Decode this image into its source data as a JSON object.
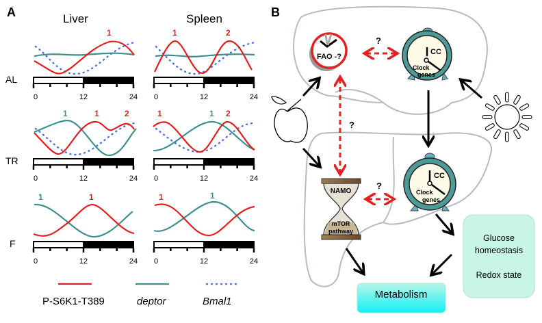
{
  "panel_a": {
    "label": "A",
    "columns": [
      "Liver",
      "Spleen"
    ],
    "rows": [
      "AL",
      "TR",
      "F"
    ],
    "axis_ticks": [
      "0",
      "12",
      "24"
    ],
    "peak_labels": {
      "al_liver": [
        "1"
      ],
      "al_spleen": [
        "1",
        "2"
      ],
      "tr_liver": [
        "1",
        "1",
        "2"
      ],
      "tr_spleen": [
        "1",
        "1",
        "2"
      ],
      "f_liver": [
        "1",
        "1"
      ],
      "f_spleen": [
        "1",
        "1"
      ]
    },
    "legend": [
      {
        "label": "P-S6K1-T389",
        "color": "#e02020",
        "style": "solid"
      },
      {
        "label": "deptor",
        "color": "#3f8f8f",
        "style": "solid"
      },
      {
        "label": "Bmal1",
        "color": "#4a6fe0",
        "style": "dotted"
      }
    ]
  },
  "panel_b": {
    "label": "B",
    "fao_label": "FAO -?",
    "clock_cc": "CC",
    "clock_genes_1": "Clock",
    "clock_genes_2": "genes",
    "question": "?",
    "namo": "NAMO",
    "mtor_1": "mTOR",
    "mtor_2": "pathway",
    "glucose_1": "Glucose",
    "glucose_2": "homeostasis",
    "redox": "Redox state",
    "metabolism": "Metabolism",
    "colors": {
      "red": "#e52020",
      "clock": "#4e9a96",
      "box": "#c8f5e8",
      "metabolism": "#28f0f0"
    }
  }
}
